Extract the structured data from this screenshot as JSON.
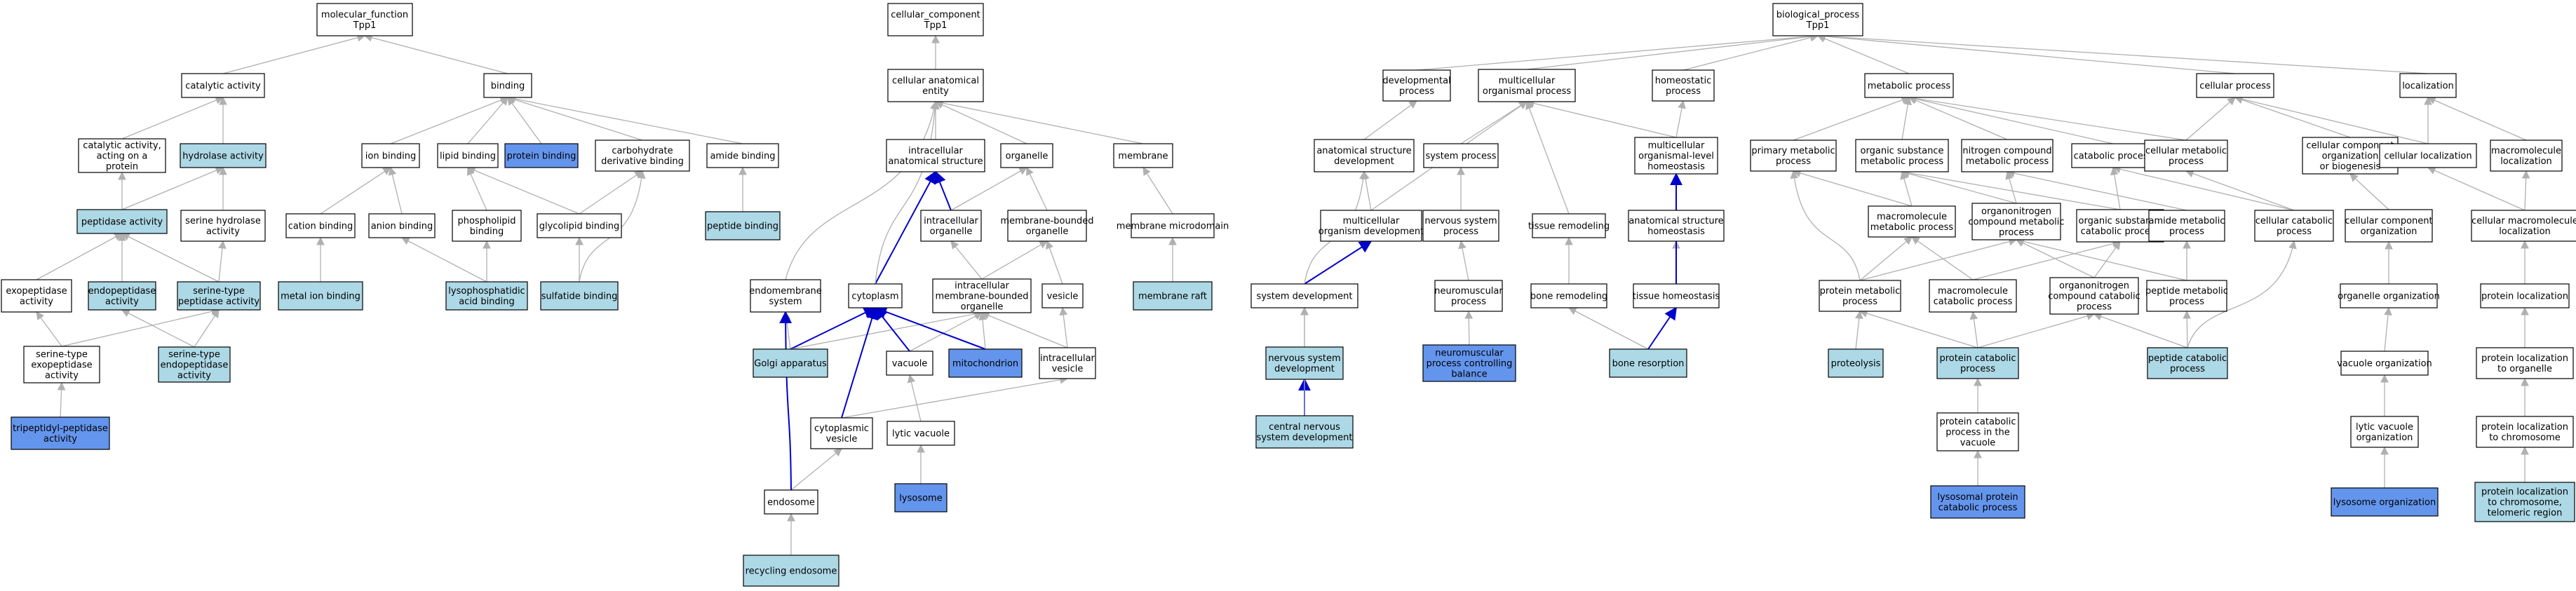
{
  "colors": {
    "plain": "#ffffff",
    "light": "#add8e6",
    "strong": "#6495ed",
    "gray_edge": "#b0b0b0",
    "blue_edge": "#0000cd"
  },
  "nodes": [
    {
      "id": "mf",
      "lines": [
        "molecular_function",
        "Tpp1"
      ],
      "fill": "plain"
    },
    {
      "id": "catalytic",
      "lines": [
        "catalytic activity"
      ],
      "fill": "plain"
    },
    {
      "id": "binding",
      "lines": [
        "binding"
      ],
      "fill": "plain"
    },
    {
      "id": "catpep",
      "lines": [
        "catalytic activity,",
        "acting on a",
        "protein"
      ],
      "fill": "plain"
    },
    {
      "id": "hydrolase",
      "lines": [
        "hydrolase activity"
      ],
      "fill": "light"
    },
    {
      "id": "ionb",
      "lines": [
        "ion binding"
      ],
      "fill": "plain"
    },
    {
      "id": "lipidb",
      "lines": [
        "lipid binding"
      ],
      "fill": "plain"
    },
    {
      "id": "proteinb",
      "lines": [
        "protein binding"
      ],
      "fill": "strong"
    },
    {
      "id": "carbob",
      "lines": [
        "carbohydrate",
        "derivative binding"
      ],
      "fill": "plain"
    },
    {
      "id": "amideb",
      "lines": [
        "amide binding"
      ],
      "fill": "plain"
    },
    {
      "id": "peptidase",
      "lines": [
        "peptidase activity"
      ],
      "fill": "light"
    },
    {
      "id": "serhyd",
      "lines": [
        "serine hydrolase",
        "activity"
      ],
      "fill": "plain"
    },
    {
      "id": "cationb",
      "lines": [
        "cation binding"
      ],
      "fill": "plain"
    },
    {
      "id": "anionb",
      "lines": [
        "anion binding"
      ],
      "fill": "plain"
    },
    {
      "id": "phosphob",
      "lines": [
        "phospholipid",
        "binding"
      ],
      "fill": "plain"
    },
    {
      "id": "glycob",
      "lines": [
        "glycolipid binding"
      ],
      "fill": "plain"
    },
    {
      "id": "peptideb",
      "lines": [
        "peptide binding"
      ],
      "fill": "light"
    },
    {
      "id": "exopep",
      "lines": [
        "exopeptidase",
        "activity"
      ],
      "fill": "plain"
    },
    {
      "id": "endopep",
      "lines": [
        "endopeptidase",
        "activity"
      ],
      "fill": "light"
    },
    {
      "id": "serpep",
      "lines": [
        "serine-type",
        "peptidase activity"
      ],
      "fill": "light"
    },
    {
      "id": "metalb",
      "lines": [
        "metal ion binding"
      ],
      "fill": "light"
    },
    {
      "id": "lysopb",
      "lines": [
        "lysophosphatidic",
        "acid binding"
      ],
      "fill": "light"
    },
    {
      "id": "sulfb",
      "lines": [
        "sulfatide binding"
      ],
      "fill": "light"
    },
    {
      "id": "serexo",
      "lines": [
        "serine-type",
        "exopeptidase",
        "activity"
      ],
      "fill": "plain"
    },
    {
      "id": "serendo",
      "lines": [
        "serine-type",
        "endopeptidase",
        "activity"
      ],
      "fill": "light"
    },
    {
      "id": "tripep",
      "lines": [
        "tripeptidyl-peptidase",
        "activity"
      ],
      "fill": "strong"
    },
    {
      "id": "cc",
      "lines": [
        "cellular_component",
        "Tpp1"
      ],
      "fill": "plain"
    },
    {
      "id": "cae",
      "lines": [
        "cellular anatomical",
        "entity"
      ],
      "fill": "plain"
    },
    {
      "id": "ias",
      "lines": [
        "intracellular",
        "anatomical structure"
      ],
      "fill": "plain"
    },
    {
      "id": "organelle",
      "lines": [
        "organelle"
      ],
      "fill": "plain"
    },
    {
      "id": "membrane",
      "lines": [
        "membrane"
      ],
      "fill": "plain"
    },
    {
      "id": "intorg",
      "lines": [
        "intracellular",
        "organelle"
      ],
      "fill": "plain"
    },
    {
      "id": "mbo",
      "lines": [
        "membrane-bounded",
        "organelle"
      ],
      "fill": "plain"
    },
    {
      "id": "memmicro",
      "lines": [
        "membrane microdomain"
      ],
      "fill": "plain"
    },
    {
      "id": "endomem",
      "lines": [
        "endomembrane",
        "system"
      ],
      "fill": "plain"
    },
    {
      "id": "cytoplasm",
      "lines": [
        "cytoplasm"
      ],
      "fill": "plain"
    },
    {
      "id": "imbo",
      "lines": [
        "intracellular",
        "membrane-bounded",
        "organelle"
      ],
      "fill": "plain"
    },
    {
      "id": "vesicle",
      "lines": [
        "vesicle"
      ],
      "fill": "plain"
    },
    {
      "id": "memraft",
      "lines": [
        "membrane raft"
      ],
      "fill": "light"
    },
    {
      "id": "golgi",
      "lines": [
        "Golgi apparatus"
      ],
      "fill": "light"
    },
    {
      "id": "vacuole",
      "lines": [
        "vacuole"
      ],
      "fill": "plain"
    },
    {
      "id": "mito",
      "lines": [
        "mitochondrion"
      ],
      "fill": "strong"
    },
    {
      "id": "intves",
      "lines": [
        "intracellular",
        "vesicle"
      ],
      "fill": "plain"
    },
    {
      "id": "cytves",
      "lines": [
        "cytoplasmic",
        "vesicle"
      ],
      "fill": "plain"
    },
    {
      "id": "lytvac",
      "lines": [
        "lytic vacuole"
      ],
      "fill": "plain"
    },
    {
      "id": "lysosome",
      "lines": [
        "lysosome"
      ],
      "fill": "strong"
    },
    {
      "id": "endosome",
      "lines": [
        "endosome"
      ],
      "fill": "plain"
    },
    {
      "id": "recend",
      "lines": [
        "recycling endosome"
      ],
      "fill": "light"
    },
    {
      "id": "bp",
      "lines": [
        "biological_process",
        "Tpp1"
      ],
      "fill": "plain"
    },
    {
      "id": "devp",
      "lines": [
        "developmental",
        "process"
      ],
      "fill": "plain"
    },
    {
      "id": "mcop",
      "lines": [
        "multicellular",
        "organismal process"
      ],
      "fill": "plain"
    },
    {
      "id": "homeop",
      "lines": [
        "homeostatic",
        "process"
      ],
      "fill": "plain"
    },
    {
      "id": "metap",
      "lines": [
        "metabolic process"
      ],
      "fill": "plain"
    },
    {
      "id": "cellp",
      "lines": [
        "cellular process"
      ],
      "fill": "plain"
    },
    {
      "id": "local",
      "lines": [
        "localization"
      ],
      "fill": "plain"
    },
    {
      "id": "asd",
      "lines": [
        "anatomical structure",
        "development"
      ],
      "fill": "plain"
    },
    {
      "id": "sysp",
      "lines": [
        "system process"
      ],
      "fill": "plain"
    },
    {
      "id": "mcolh",
      "lines": [
        "multicellular",
        "organismal-level",
        "homeostasis"
      ],
      "fill": "plain"
    },
    {
      "id": "primmp",
      "lines": [
        "primary metabolic",
        "process"
      ],
      "fill": "plain"
    },
    {
      "id": "osmp",
      "lines": [
        "organic substance",
        "metabolic process"
      ],
      "fill": "plain"
    },
    {
      "id": "ncmp",
      "lines": [
        "nitrogen compound",
        "metabolic process"
      ],
      "fill": "plain"
    },
    {
      "id": "catp",
      "lines": [
        "catabolic process"
      ],
      "fill": "plain"
    },
    {
      "id": "cmp",
      "lines": [
        "cellular metabolic",
        "process"
      ],
      "fill": "plain"
    },
    {
      "id": "ccob",
      "lines": [
        "cellular component",
        "organization",
        "or biogenesis"
      ],
      "fill": "plain"
    },
    {
      "id": "celloc",
      "lines": [
        "cellular localization"
      ],
      "fill": "plain"
    },
    {
      "id": "macloc",
      "lines": [
        "macromolecule",
        "localization"
      ],
      "fill": "plain"
    },
    {
      "id": "mcod",
      "lines": [
        "multicellular",
        "organism development"
      ],
      "fill": "plain"
    },
    {
      "id": "nsp",
      "lines": [
        "nervous system",
        "process"
      ],
      "fill": "plain"
    },
    {
      "id": "tissrem",
      "lines": [
        "tissue remodeling"
      ],
      "fill": "plain"
    },
    {
      "id": "ash",
      "lines": [
        "anatomical structure",
        "homeostasis"
      ],
      "fill": "plain"
    },
    {
      "id": "macmp",
      "lines": [
        "macromolecule",
        "metabolic process"
      ],
      "fill": "plain"
    },
    {
      "id": "oncmp",
      "lines": [
        "organonitrogen",
        "compound metabolic",
        "process"
      ],
      "fill": "plain"
    },
    {
      "id": "oscp",
      "lines": [
        "organic substance",
        "catabolic process"
      ],
      "fill": "plain"
    },
    {
      "id": "amidemp",
      "lines": [
        "amide metabolic",
        "process"
      ],
      "fill": "plain"
    },
    {
      "id": "ccatp",
      "lines": [
        "cellular catabolic",
        "process"
      ],
      "fill": "plain"
    },
    {
      "id": "cco",
      "lines": [
        "cellular component",
        "organization"
      ],
      "fill": "plain"
    },
    {
      "id": "cmacloc",
      "lines": [
        "cellular macromolecule",
        "localization"
      ],
      "fill": "plain"
    },
    {
      "id": "sysdev",
      "lines": [
        "system development"
      ],
      "fill": "plain"
    },
    {
      "id": "nmp",
      "lines": [
        "neuromuscular",
        "process"
      ],
      "fill": "plain"
    },
    {
      "id": "bonerem",
      "lines": [
        "bone remodeling"
      ],
      "fill": "plain"
    },
    {
      "id": "tisshom",
      "lines": [
        "tissue homeostasis"
      ],
      "fill": "plain"
    },
    {
      "id": "pmp",
      "lines": [
        "protein metabolic",
        "process"
      ],
      "fill": "plain"
    },
    {
      "id": "maccat",
      "lines": [
        "macromolecule",
        "catabolic process"
      ],
      "fill": "plain"
    },
    {
      "id": "onccp",
      "lines": [
        "organonitrogen",
        "compound catabolic",
        "process"
      ],
      "fill": "plain"
    },
    {
      "id": "pepmp",
      "lines": [
        "peptide metabolic",
        "process"
      ],
      "fill": "plain"
    },
    {
      "id": "orgorg",
      "lines": [
        "organelle organization"
      ],
      "fill": "plain"
    },
    {
      "id": "protloc",
      "lines": [
        "protein localization"
      ],
      "fill": "plain"
    },
    {
      "id": "nsdev",
      "lines": [
        "nervous system",
        "development"
      ],
      "fill": "light"
    },
    {
      "id": "nmpcb",
      "lines": [
        "neuromuscular",
        "process controlling",
        "balance"
      ],
      "fill": "strong"
    },
    {
      "id": "boneres",
      "lines": [
        "bone resorption"
      ],
      "fill": "light"
    },
    {
      "id": "proteolysis",
      "lines": [
        "proteolysis"
      ],
      "fill": "light"
    },
    {
      "id": "pcatp",
      "lines": [
        "protein catabolic",
        "process"
      ],
      "fill": "light"
    },
    {
      "id": "pepcatp",
      "lines": [
        "peptide catabolic",
        "process"
      ],
      "fill": "light"
    },
    {
      "id": "vacorg",
      "lines": [
        "vacuole organization"
      ],
      "fill": "plain"
    },
    {
      "id": "protlocorg",
      "lines": [
        "protein localization",
        "to organelle"
      ],
      "fill": "plain"
    },
    {
      "id": "cnsdev",
      "lines": [
        "central nervous",
        "system development"
      ],
      "fill": "light"
    },
    {
      "id": "pcpv",
      "lines": [
        "protein catabolic",
        "process in the",
        "vacuole"
      ],
      "fill": "plain"
    },
    {
      "id": "lytvacorg",
      "lines": [
        "lytic vacuole",
        "organization"
      ],
      "fill": "plain"
    },
    {
      "id": "protlocchr",
      "lines": [
        "protein localization",
        "to chromosome"
      ],
      "fill": "plain"
    },
    {
      "id": "lpcp",
      "lines": [
        "lysosomal protein",
        "catabolic process"
      ],
      "fill": "strong"
    },
    {
      "id": "lysoorg",
      "lines": [
        "lysosome organization"
      ],
      "fill": "strong"
    },
    {
      "id": "protloctel",
      "lines": [
        "protein localization",
        "to chromosome,",
        "telomeric region"
      ],
      "fill": "light"
    }
  ]
}
